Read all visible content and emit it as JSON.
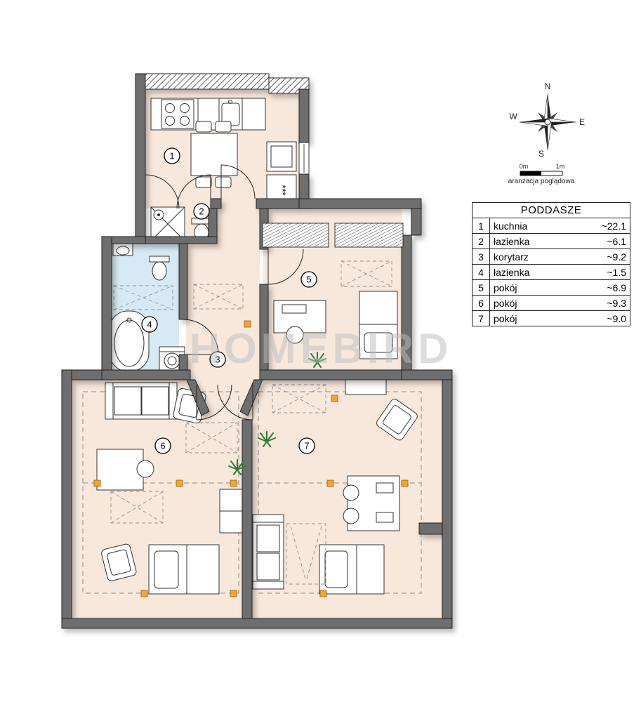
{
  "plan": {
    "room_labels": {
      "r1": "1",
      "r2": "2",
      "r3": "3",
      "r4": "4",
      "r5": "5",
      "r6": "6",
      "r7": "7"
    },
    "freezer_symbol": "***"
  },
  "watermark": {
    "text": "HOMEBIRD"
  },
  "compass": {
    "n": "N",
    "e": "E",
    "s": "S",
    "w": "W"
  },
  "scalebar": {
    "left": "0m",
    "right": "1m",
    "caption": "aranżacja poglądowa"
  },
  "legend": {
    "title": "PODDASZE",
    "rows": [
      {
        "num": "1",
        "name": "kuchnia",
        "area": "~22.1"
      },
      {
        "num": "2",
        "name": "łazienka",
        "area": "~6.1"
      },
      {
        "num": "3",
        "name": "korytarz",
        "area": "~9.2"
      },
      {
        "num": "4",
        "name": "łazienka",
        "area": "~1.5"
      },
      {
        "num": "5",
        "name": "pokój",
        "area": "~6.9"
      },
      {
        "num": "6",
        "name": "pokój",
        "area": "~9.3"
      },
      {
        "num": "7",
        "name": "pokój",
        "area": "~9.0"
      }
    ]
  },
  "colors": {
    "floor": "#f8e8dc",
    "bath_floor": "#d7e9f4",
    "wall": "#6e6e6e",
    "marker": "#f2a33c",
    "plant": "#2e7d32"
  }
}
